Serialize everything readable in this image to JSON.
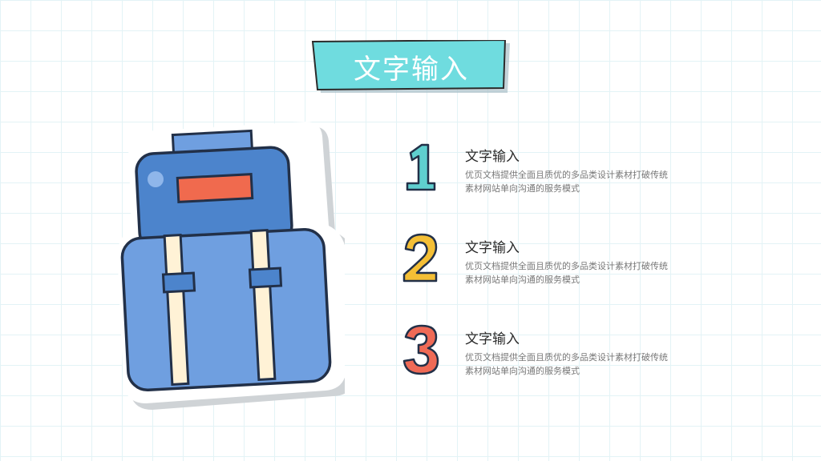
{
  "title": "文字输入",
  "colors": {
    "title_bg": "#6fdcdf",
    "num1": "#5fcfcf",
    "num2": "#f4bf35",
    "num3": "#ef6a56",
    "bag_body": "#6f9fe0",
    "bag_top": "#4c84cc",
    "bag_tag": "#f06a4e",
    "strap": "#fff2d6",
    "outline": "#223048"
  },
  "items": [
    {
      "number": "1",
      "heading": "文字输入",
      "desc": "优页文档提供全面且质优的多品类设计素材打破传统素材网站单向沟通的服务模式"
    },
    {
      "number": "2",
      "heading": "文字输入",
      "desc": "优页文档提供全面且质优的多品类设计素材打破传统素材网站单向沟通的服务模式"
    },
    {
      "number": "3",
      "heading": "文字输入",
      "desc": "优页文档提供全面且质优的多品类设计素材打破传统素材网站单向沟通的服务模式"
    }
  ]
}
